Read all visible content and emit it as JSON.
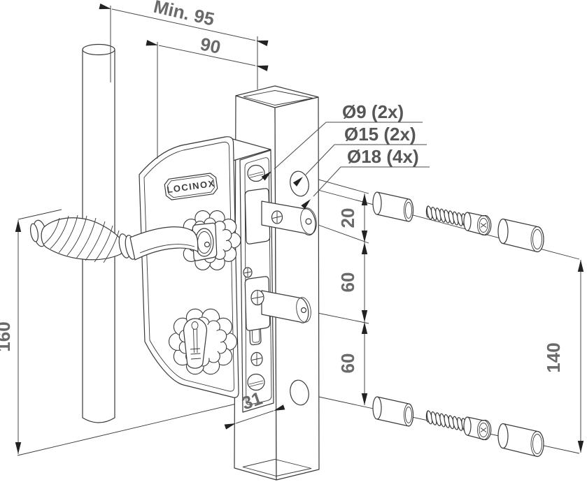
{
  "drawing": {
    "type": "technical-drawing",
    "subject": "ornamental gate lock on square profile with fixation set",
    "brand_plate": "LOCINOX",
    "dimensions": {
      "min_width": "Min. 95",
      "backset": "90",
      "drill_small": "Ø9 (2x)",
      "drill_mid": "Ø15 (2x)",
      "drill_large": "Ø18 (4x)",
      "offset_top": "20",
      "offset_mid": "60",
      "offset_bottom": "60",
      "fixing_span": "140",
      "lock_height": "160",
      "profile_width": "31"
    },
    "colors": {
      "line": "#3a3a3a",
      "dimension_text": "#6a6a6a",
      "label_text": "#565656",
      "background": "#ffffff"
    }
  }
}
